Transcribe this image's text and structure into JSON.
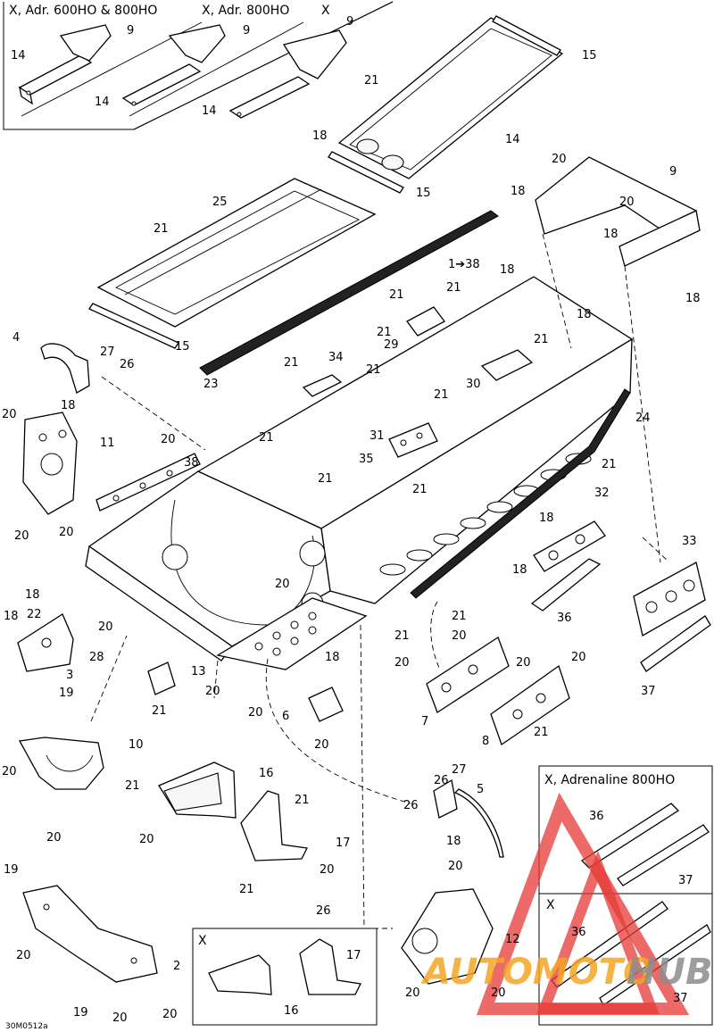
{
  "insets": {
    "top_left_title": "X, Adr. 600HO & 800HO",
    "top_mid_title": "X, Adr. 800HO",
    "top_right_title": "X",
    "adrenaline_title": "X, Adrenaline 800HO",
    "adrenaline_sub_title": "X",
    "bottom_x_title": "X"
  },
  "callouts": [
    {
      "id": "c9a",
      "text": "9"
    },
    {
      "id": "c9b",
      "text": "9"
    },
    {
      "id": "c9c",
      "text": "9"
    },
    {
      "id": "c9d",
      "text": "9"
    },
    {
      "id": "c14a",
      "text": "14"
    },
    {
      "id": "c14b",
      "text": "14"
    },
    {
      "id": "c14c",
      "text": "14"
    },
    {
      "id": "c14d",
      "text": "14"
    },
    {
      "id": "c15a",
      "text": "15"
    },
    {
      "id": "c15b",
      "text": "15"
    },
    {
      "id": "c15c",
      "text": "15"
    },
    {
      "id": "c21",
      "text": "21"
    },
    {
      "id": "c18",
      "text": "18"
    },
    {
      "id": "c25",
      "text": "25"
    },
    {
      "id": "c20",
      "text": "20"
    },
    {
      "id": "c1to38",
      "text": "1➔38"
    },
    {
      "id": "c29",
      "text": "29"
    },
    {
      "id": "c30",
      "text": "30"
    },
    {
      "id": "c31",
      "text": "31"
    },
    {
      "id": "c35",
      "text": "35"
    },
    {
      "id": "c34",
      "text": "34"
    },
    {
      "id": "c23",
      "text": "23"
    },
    {
      "id": "c24",
      "text": "24"
    },
    {
      "id": "c4",
      "text": "4"
    },
    {
      "id": "c27",
      "text": "27"
    },
    {
      "id": "c26",
      "text": "26"
    },
    {
      "id": "c11",
      "text": "11"
    },
    {
      "id": "c38",
      "text": "38"
    },
    {
      "id": "c32",
      "text": "32"
    },
    {
      "id": "c33",
      "text": "33"
    },
    {
      "id": "c36",
      "text": "36"
    },
    {
      "id": "c37",
      "text": "37"
    },
    {
      "id": "c22",
      "text": "22"
    },
    {
      "id": "c28",
      "text": "28"
    },
    {
      "id": "c3",
      "text": "3"
    },
    {
      "id": "c19",
      "text": "19"
    },
    {
      "id": "c13",
      "text": "13"
    },
    {
      "id": "c6",
      "text": "6"
    },
    {
      "id": "c7",
      "text": "7"
    },
    {
      "id": "c8",
      "text": "8"
    },
    {
      "id": "c10",
      "text": "10"
    },
    {
      "id": "c16",
      "text": "16"
    },
    {
      "id": "c17",
      "text": "17"
    },
    {
      "id": "c5",
      "text": "5"
    },
    {
      "id": "c12",
      "text": "12"
    },
    {
      "id": "c2",
      "text": "2"
    }
  ],
  "figure_code": "30M0512a",
  "watermark": {
    "brand_left": "AUTOMOTO",
    "brand_right": "HUB",
    "color_red": "#e53935",
    "color_orange": "#f5a623",
    "color_gray": "#8c8c8c"
  }
}
